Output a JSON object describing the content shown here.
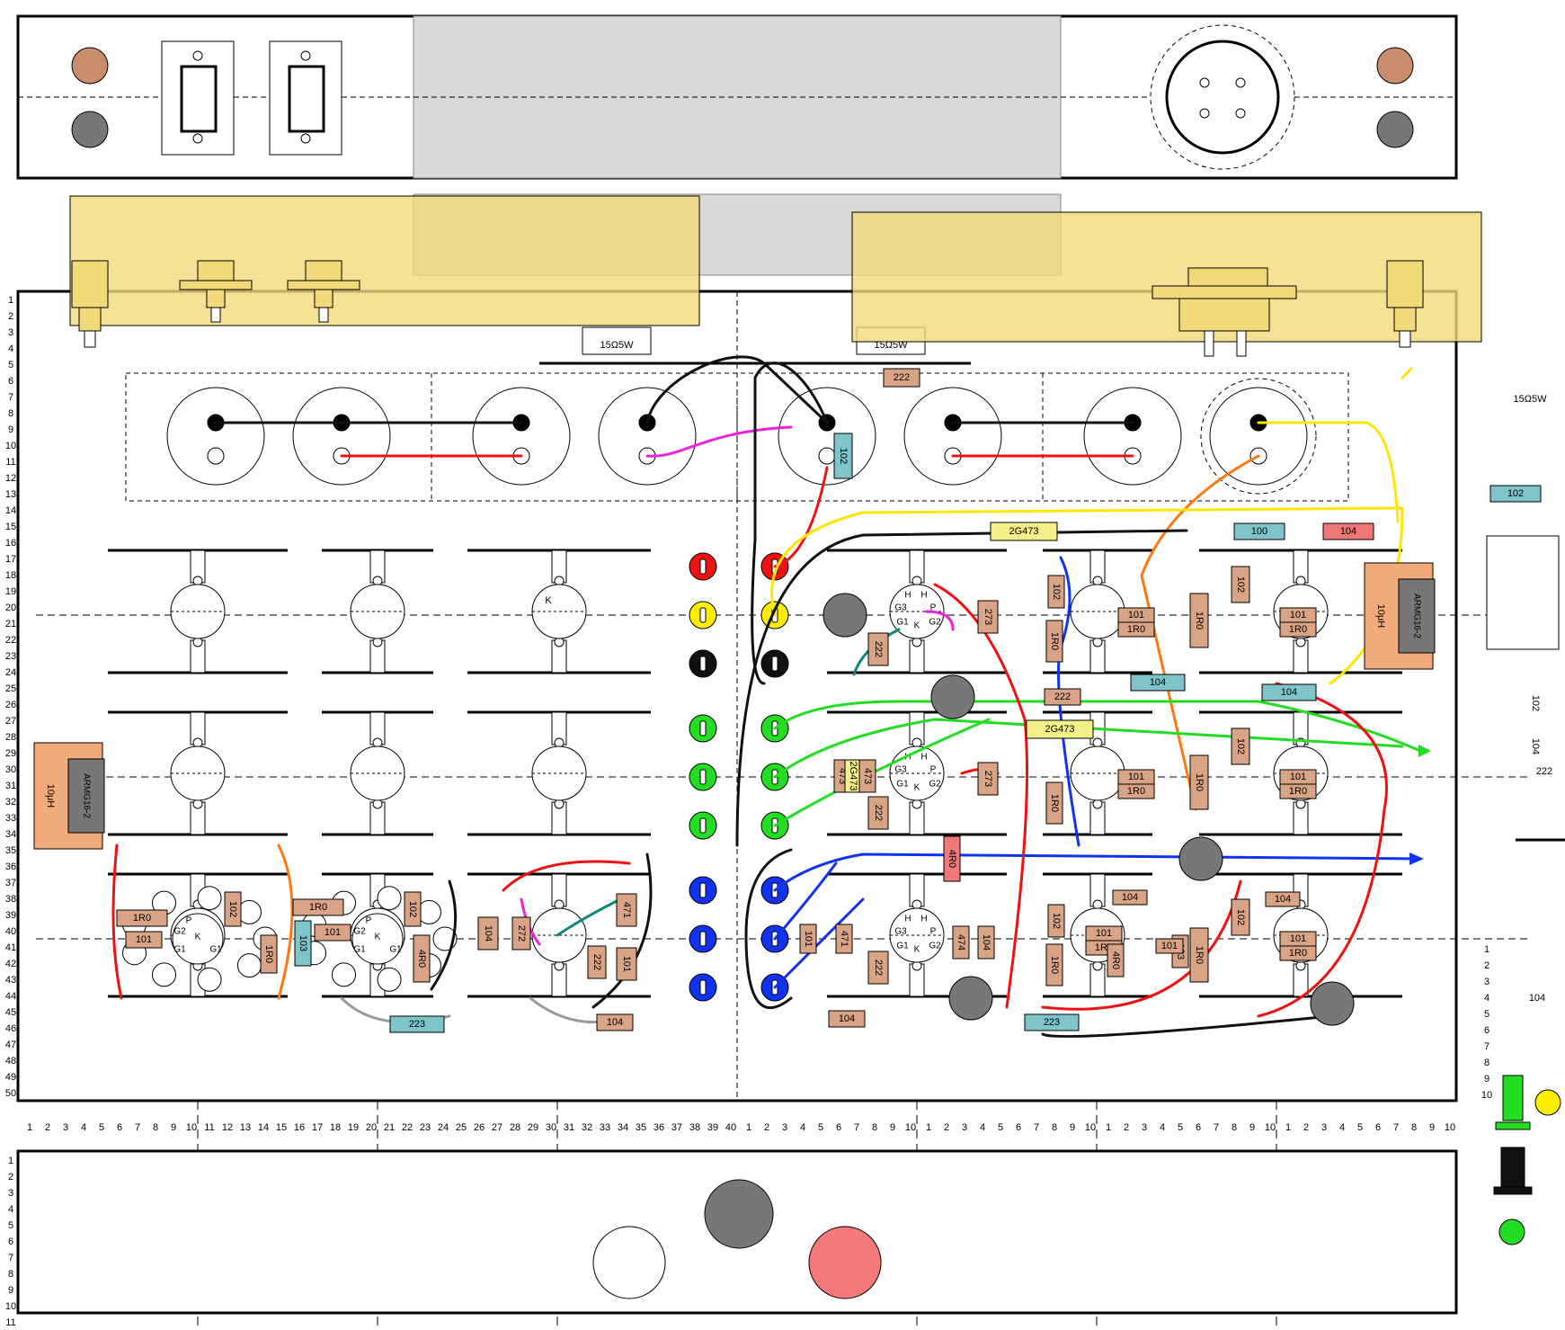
{
  "colors": {
    "chassis_stroke": "#000000",
    "transformer_fill": "#f2d97a",
    "transformer_alpha": 0.8,
    "gray_panel": "#d9d9d9",
    "brown_res": "#d9a386",
    "cyan_res": "#7fc4c8",
    "yellow_cap": "#f5f08a",
    "red_res": "#ee7777",
    "choke_fill": "#f3aa7a",
    "choke_core": "#777777",
    "wire_red": "#ee1111",
    "wire_black": "#111111",
    "wire_yellow": "#ffe600",
    "wire_green": "#22dd22",
    "wire_blue": "#1133ee",
    "wire_gray": "#999999",
    "wire_orange": "#ff7711",
    "wire_magenta": "#ee22dd",
    "wire_teal": "#118877",
    "jack_red": "#ee1111",
    "jack_yellow": "#ffee00",
    "jack_black": "#111111",
    "jack_green": "#22dd22",
    "jack_blue": "#1133ee",
    "knob_brown": "#c98c6c",
    "knob_gray": "#777777",
    "knob_white": "#ffffff",
    "knob_pink": "#f47a7a"
  },
  "ruler": {
    "left_rows": [
      "1",
      "2",
      "3",
      "4",
      "5",
      "6",
      "7",
      "8",
      "9",
      "10",
      "11",
      "12",
      "13",
      "14",
      "15",
      "16",
      "17",
      "18",
      "19",
      "20",
      "21",
      "22",
      "23",
      "24",
      "25",
      "26",
      "27",
      "28",
      "29",
      "30",
      "31",
      "32",
      "33",
      "34",
      "35",
      "36",
      "37",
      "38",
      "39",
      "40",
      "41",
      "42",
      "43",
      "44",
      "45",
      "46",
      "47",
      "48",
      "49",
      "50"
    ],
    "bottom_left_cols": [
      "1",
      "2",
      "3",
      "4",
      "5",
      "6",
      "7",
      "8",
      "9",
      "10",
      "11",
      "12",
      "13",
      "14",
      "15",
      "16",
      "17",
      "18",
      "19",
      "20",
      "21",
      "22",
      "23",
      "24",
      "25",
      "26",
      "27",
      "28",
      "29",
      "30",
      "31",
      "32",
      "33",
      "34",
      "35",
      "36",
      "37",
      "38",
      "39",
      "40"
    ],
    "bottom_right_cols": [
      "1",
      "2",
      "3",
      "4",
      "5",
      "6",
      "7",
      "8",
      "9",
      "10",
      "1",
      "2",
      "3",
      "4",
      "5",
      "6",
      "7",
      "8",
      "9",
      "10",
      "1",
      "2",
      "3",
      "4",
      "5",
      "6",
      "7",
      "8",
      "9",
      "10",
      "1",
      "2",
      "3",
      "4",
      "5",
      "6",
      "7",
      "8",
      "9",
      "10"
    ],
    "bottom_panel_rows": [
      "1",
      "2",
      "3",
      "4",
      "5",
      "6",
      "7",
      "8",
      "9",
      "10",
      "11"
    ],
    "side_rows": [
      "1",
      "2",
      "3",
      "4",
      "5",
      "6",
      "7",
      "8",
      "9",
      "10"
    ]
  },
  "resistor_labels": {
    "power": "15Ω5W",
    "side_power": "15Ω5W",
    "r102": "102",
    "r104": "104",
    "r100": "100",
    "r101": "101",
    "r1R0": "1R0",
    "r222": "222",
    "r223": "223",
    "r273": "273",
    "r471": "471",
    "r103": "103",
    "r473": "473",
    "r474": "474",
    "r272": "272",
    "r2G473": "2G473",
    "r4R0": "4R0",
    "r10uH": "10μH",
    "arm": "ARMG16-2",
    "side_102": "102",
    "side_104": "104",
    "side_222": "222",
    "side_104b": "104"
  },
  "tube_pins": {
    "H": "H",
    "P": "P",
    "K": "K",
    "G1": "G1",
    "G2": "G2",
    "G3": "G3",
    "big_P": "P"
  }
}
